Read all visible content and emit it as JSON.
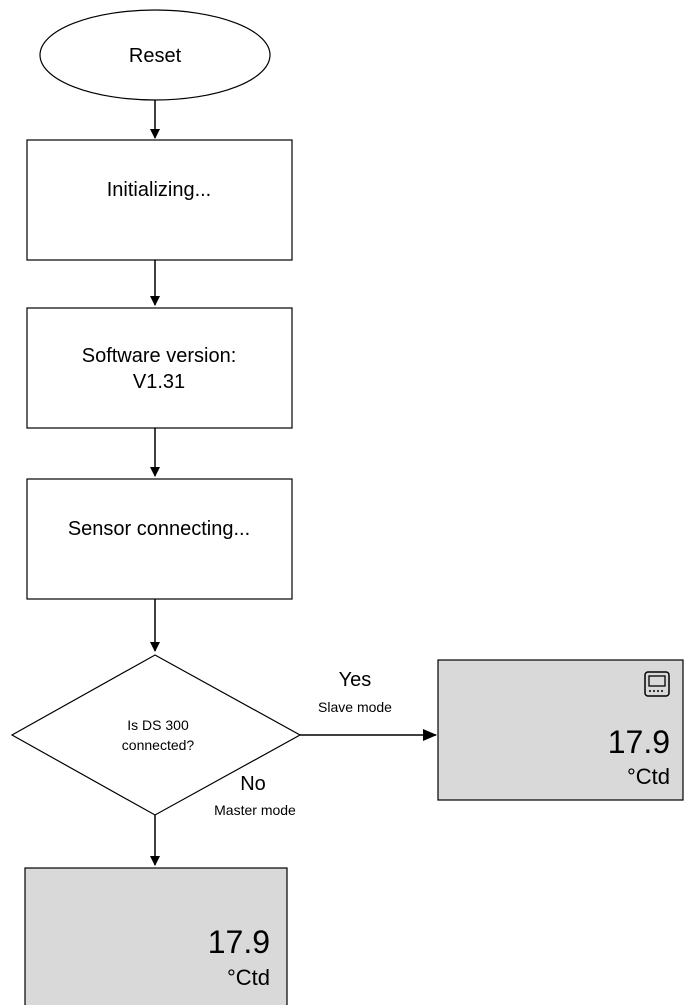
{
  "flowchart": {
    "start": {
      "label": "Reset"
    },
    "step_init": {
      "label": "Initializing..."
    },
    "step_version": {
      "line1": "Software version:",
      "line2": "V1.31"
    },
    "step_sensor": {
      "label": "Sensor connecting..."
    },
    "decision": {
      "line1": "Is DS 300",
      "line2": "connected?"
    },
    "branch_yes": {
      "label": "Yes",
      "mode": "Slave mode"
    },
    "branch_no": {
      "label": "No",
      "mode": "Master mode"
    },
    "display_slave": {
      "value": "17.9",
      "unit": "°Ctd",
      "icon": "device-icon"
    },
    "display_master": {
      "value": "17.9",
      "unit": "°Ctd"
    }
  },
  "colors": {
    "line": "#000000",
    "display_fill": "#d9d9d9",
    "box_fill": "#ffffff"
  }
}
